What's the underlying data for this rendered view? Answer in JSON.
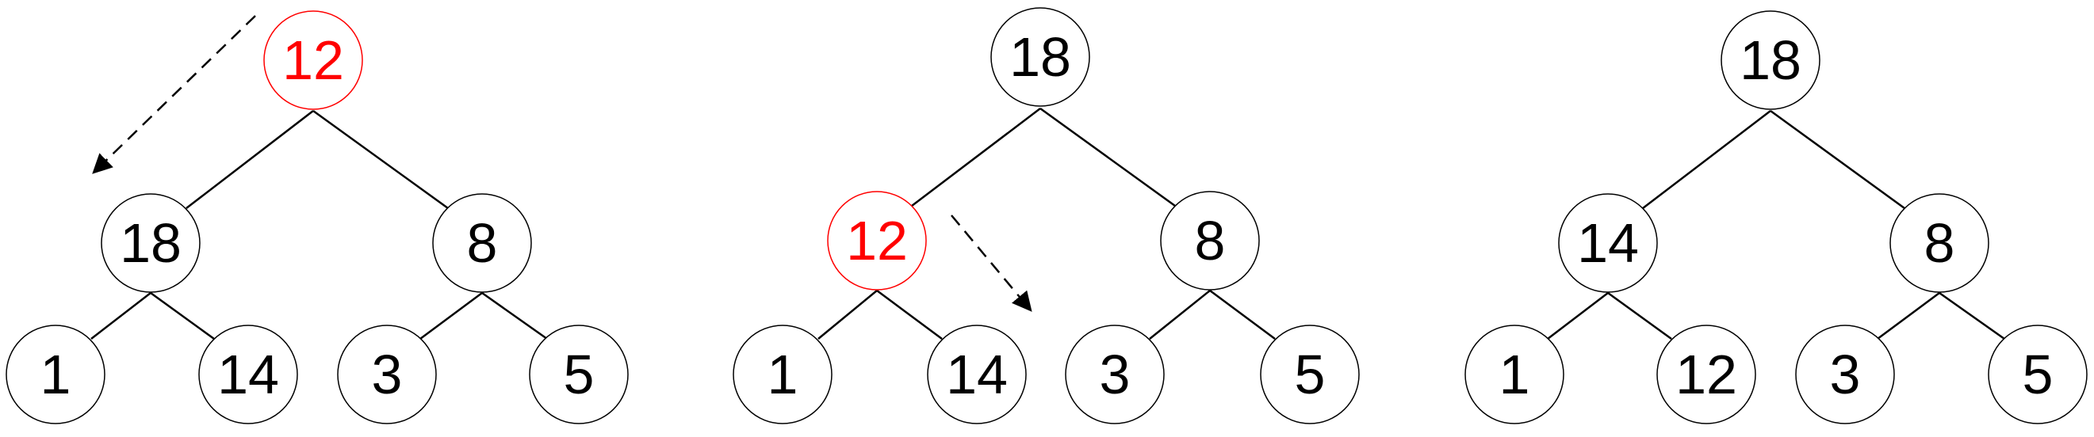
{
  "colors": {
    "node_stroke": "#000000",
    "node_fill": "#ffffff",
    "highlight": "#ff0000",
    "text": "#000000"
  },
  "trees": [
    {
      "highlighted_node": "root",
      "nodes": {
        "root": "12",
        "left": "18",
        "right": "8",
        "left_left": "1",
        "left_right": "14",
        "right_left": "3",
        "right_right": "5"
      },
      "arrow": "dashed, from root toward left child"
    },
    {
      "highlighted_node": "left",
      "nodes": {
        "root": "18",
        "left": "12",
        "right": "8",
        "left_left": "1",
        "left_right": "14",
        "right_left": "3",
        "right_right": "5"
      },
      "arrow": "dashed, from left node toward its right child"
    },
    {
      "highlighted_node": "",
      "nodes": {
        "root": "18",
        "left": "14",
        "right": "8",
        "left_left": "1",
        "left_right": "12",
        "right_left": "3",
        "right_right": "5"
      },
      "arrow": ""
    }
  ]
}
